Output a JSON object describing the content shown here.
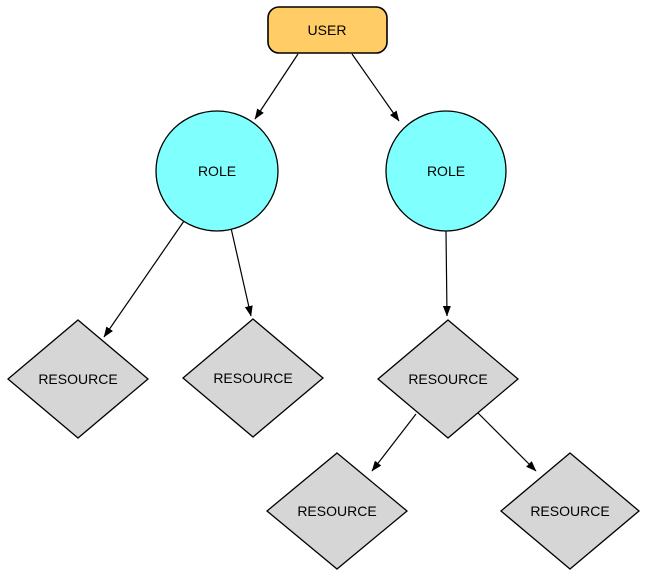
{
  "diagram": {
    "type": "hierarchy-tree",
    "colors": {
      "background": "#FFFFFF",
      "user_fill": "#FFCC66",
      "role_fill": "#80FFFF",
      "resource_fill": "#D6D6D6",
      "stroke": "#000000",
      "edge": "#000000",
      "label": "#000000"
    },
    "nodes": {
      "user": {
        "label": "USER",
        "shape": "rounded-rectangle"
      },
      "role_left": {
        "label": "ROLE",
        "shape": "circle"
      },
      "role_right": {
        "label": "ROLE",
        "shape": "circle"
      },
      "resource_1": {
        "label": "RESOURCE",
        "shape": "diamond"
      },
      "resource_2": {
        "label": "RESOURCE",
        "shape": "diamond"
      },
      "resource_3": {
        "label": "RESOURCE",
        "shape": "diamond"
      },
      "resource_4": {
        "label": "RESOURCE",
        "shape": "diamond"
      },
      "resource_5": {
        "label": "RESOURCE",
        "shape": "diamond"
      }
    },
    "edges": [
      {
        "from": "user",
        "to": "role_left"
      },
      {
        "from": "user",
        "to": "role_right"
      },
      {
        "from": "role_left",
        "to": "resource_1"
      },
      {
        "from": "role_left",
        "to": "resource_2"
      },
      {
        "from": "role_right",
        "to": "resource_3"
      },
      {
        "from": "resource_3",
        "to": "resource_4"
      },
      {
        "from": "resource_3",
        "to": "resource_5"
      }
    ]
  }
}
